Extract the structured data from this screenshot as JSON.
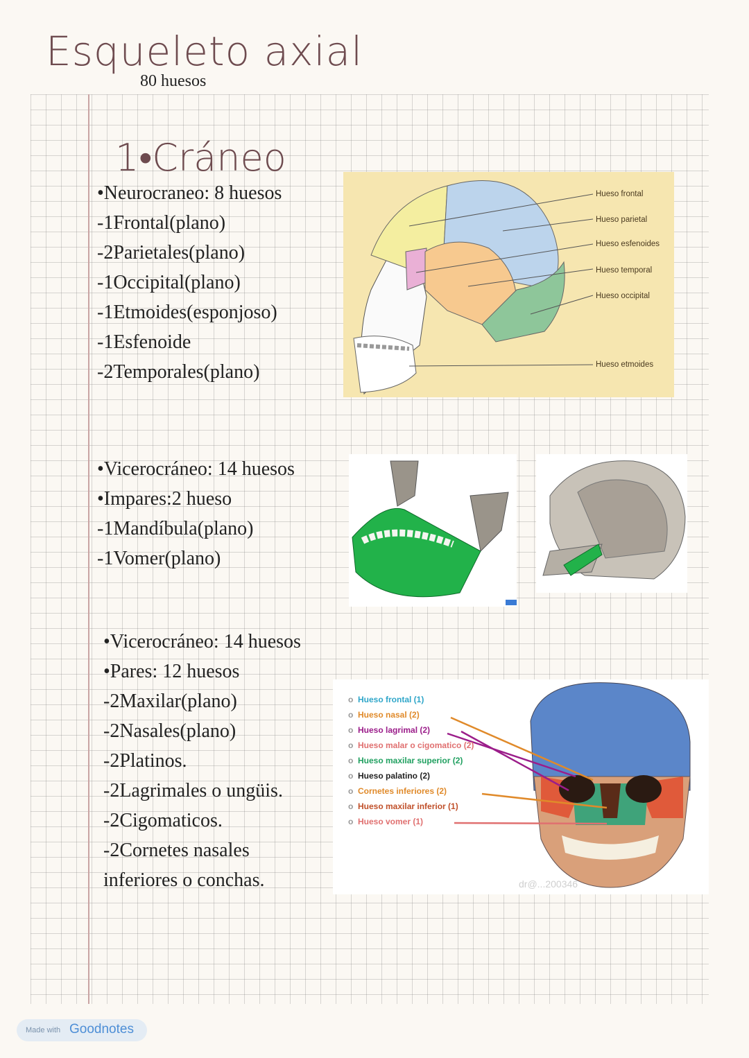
{
  "page": {
    "title": "Esqueleto axial",
    "subtitle": "80 huesos",
    "section_title": "1•Cráneo"
  },
  "neurocraneo": {
    "items": [
      "•Neurocraneo: 8 huesos",
      "-1Frontal(plano)",
      "-2Parietales(plano)",
      "-1Occipital(plano)",
      "-1Etmoides(esponjoso)",
      "-1Esfenoide",
      "-2Temporales(plano)"
    ]
  },
  "viscero_impares": {
    "items": [
      "•Vicerocráneo: 14 huesos",
      "•Impares:2 hueso",
      "-1Mandíbula(plano)",
      "-1Vomer(plano)"
    ]
  },
  "viscero_pares": {
    "items": [
      "•Vicerocráneo: 14 huesos",
      "•Pares: 12 huesos",
      "-2Maxilar(plano)",
      "-2Nasales(plano)",
      "-2Platinos.",
      "-2Lagrimales o ungüis.",
      "-2Cigomaticos.",
      "-2Cornetes nasales",
      "inferiores o conchas."
    ]
  },
  "skull_lateral": {
    "labels": [
      "Hueso frontal",
      "Hueso parietal",
      "Hueso esfenoides",
      "Hueso temporal",
      "Hueso occipital",
      "Hueso etmoides"
    ]
  },
  "skull_frontal_legend": [
    {
      "text": "Hueso frontal (1)",
      "color": "#2fa6c9"
    },
    {
      "text": "Hueso nasal (2)",
      "color": "#e08a2a"
    },
    {
      "text": "Hueso lagrimal (2)",
      "color": "#9b1d8a"
    },
    {
      "text": "Hueso malar o cigomatico (2)",
      "color": "#e07070"
    },
    {
      "text": "Hueso maxilar superior (2)",
      "color": "#20a060"
    },
    {
      "text": "Hueso palatino (2)",
      "color": "#222222"
    },
    {
      "text": "Cornetes inferiores (2)",
      "color": "#e08a2a"
    },
    {
      "text": "Hueso maxilar inferior (1)",
      "color": "#c0502a"
    },
    {
      "text": "Hueso vomer (1)",
      "color": "#e07070"
    }
  ],
  "watermark": "dr@...200346",
  "footer": {
    "made_with": "Made with",
    "brand": "Goodnotes"
  }
}
